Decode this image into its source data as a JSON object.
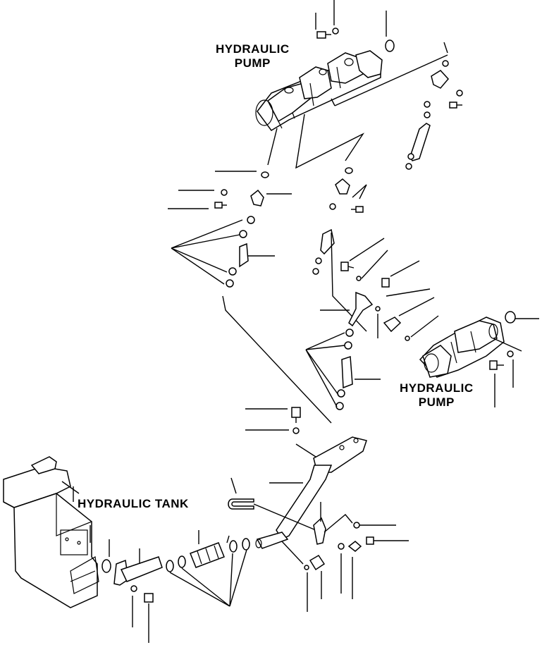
{
  "labels": {
    "pump_top_line1": "HYDRAULIC",
    "pump_top_line2": "PUMP",
    "pump_right_line1": "HYDRAULIC",
    "pump_right_line2": "PUMP",
    "tank": "HYDRAULIC TANK"
  },
  "colors": {
    "ink": "#000000",
    "paper": "#ffffff"
  }
}
